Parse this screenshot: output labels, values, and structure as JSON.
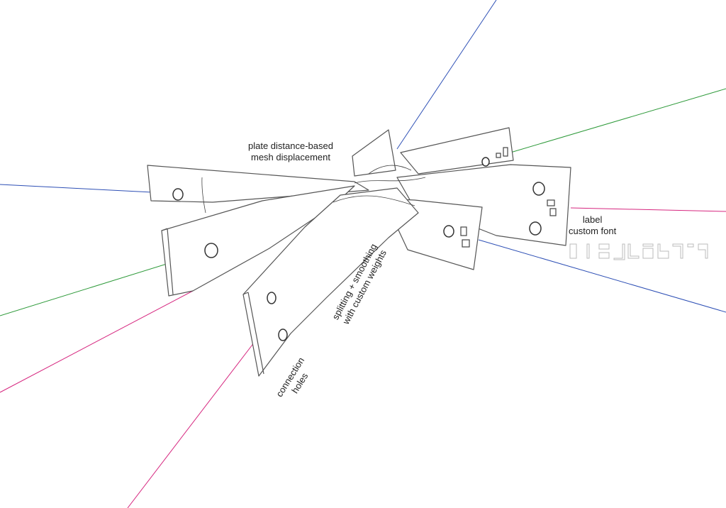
{
  "annotations": {
    "displacement": [
      "plate distance-based",
      "mesh displacement"
    ],
    "splitting": [
      "splitting + smoothing",
      "with custom weights"
    ],
    "holes": [
      "connection",
      "holes"
    ],
    "label": [
      "label",
      "custom font"
    ]
  },
  "custom_font_sample": "0123456789",
  "colors": {
    "axis_blue": "#2d4fb5",
    "axis_green": "#2e9a3a",
    "axis_magenta": "#d6267f",
    "stroke": "#555555"
  }
}
